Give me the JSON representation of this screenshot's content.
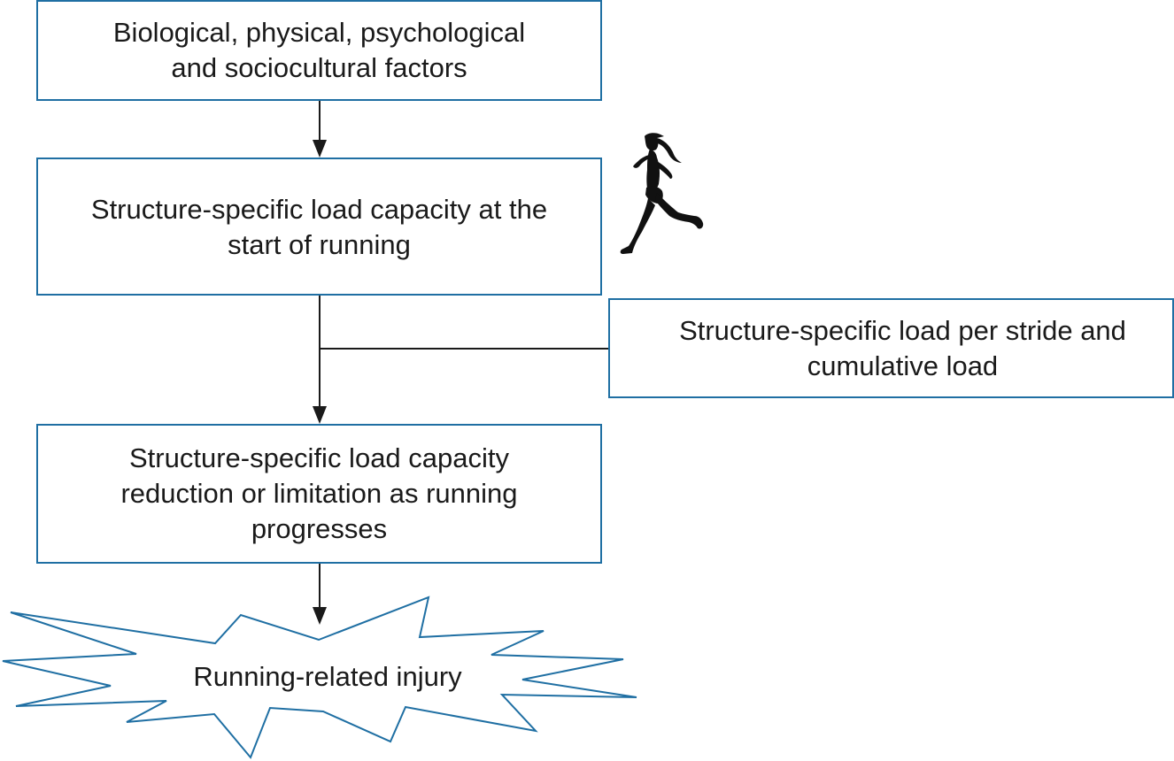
{
  "diagram": {
    "nodes": {
      "factors": {
        "line1": "Biological, physical, psychological",
        "line2": "and sociocultural factors"
      },
      "capacity_start": {
        "line1": "Structure-specific load capacity at the",
        "line2": "start of running"
      },
      "load_stride": {
        "line1": "Structure-specific load per stride and",
        "line2": "cumulative load"
      },
      "capacity_reduction": {
        "line1": "Structure-specific load capacity",
        "line2": "reduction or limitation as running",
        "line3": "progresses"
      },
      "injury": {
        "label": "Running-related injury"
      }
    },
    "edges": [
      {
        "from": "factors",
        "to": "capacity_start"
      },
      {
        "from": "capacity_start",
        "to": "capacity_reduction"
      },
      {
        "from": "load_stride",
        "to": "capacity_reduction",
        "joins": "capacity_start-capacity_reduction"
      },
      {
        "from": "capacity_reduction",
        "to": "injury"
      }
    ],
    "icons": {
      "runner": "running-woman-silhouette-icon"
    },
    "colors": {
      "box_border": "#1f6fa3",
      "connector": "#1a1a1a",
      "text": "#1a1a1a"
    }
  }
}
